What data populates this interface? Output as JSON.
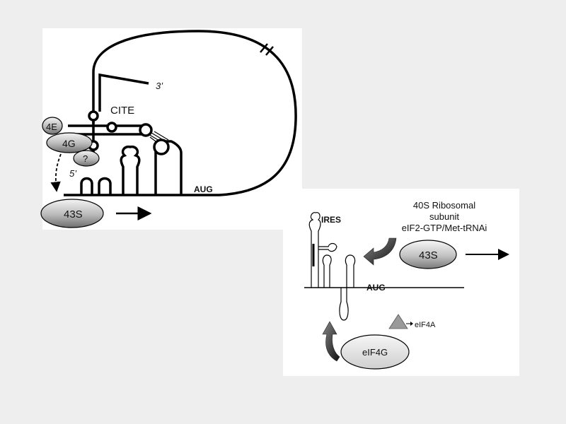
{
  "panel_a": {
    "three_prime": "3’",
    "five_prime": "5’",
    "cite": "CITE",
    "eif4e": "4E",
    "eif4g": "4G",
    "unknown": "?",
    "ribosome": "43S",
    "start_codon": "AUG"
  },
  "panel_b": {
    "ires": "IRES",
    "start_codon": "AUG",
    "ribosome_line1": "40S Ribosomal",
    "ribosome_line2": "subunit",
    "ribosome_line3": "eIF2-GTP/Met-tRNAi",
    "ribosome": "43S",
    "eif4a": "eIF4A",
    "eif4g": "eIF4G"
  }
}
